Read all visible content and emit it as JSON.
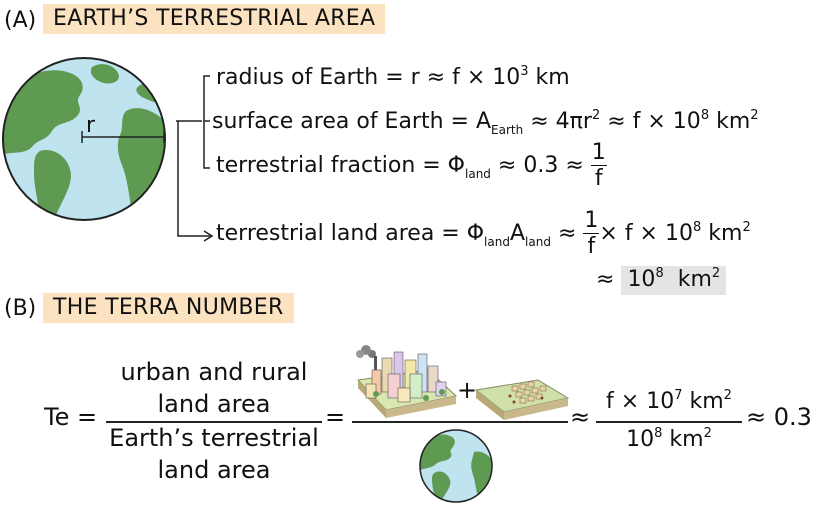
{
  "panelA": {
    "label": "(A)",
    "title": "EARTH’S TERRESTRIAL AREA",
    "globe_r": "r",
    "radius": {
      "text": "radius of Earth = r ≈ f × 10",
      "exp": "3",
      "unit": " km"
    },
    "surface": {
      "pre": "surface area of Earth = A",
      "sub": "Earth",
      "mid": " ≈ 4πr",
      "exp1": "2",
      "post": " ≈ f × 10",
      "exp2": "8",
      "unit": " km",
      "exp3": "2"
    },
    "fraction": {
      "pre": "terrestrial fraction = Φ",
      "sub": "land",
      "post": " ≈ 0.3 ≈",
      "num": "1",
      "den": "f"
    },
    "land": {
      "pre": "terrestrial land area = Φ",
      "sub1": "land",
      "a": "A",
      "sub2": "land",
      "approx": " ≈",
      "num": "1",
      "den": "f",
      "post": "× f × 10",
      "exp": "8",
      "unit": " km",
      "exp2": "2"
    },
    "result": {
      "approx": "≈",
      "base": "10",
      "exp": "8",
      "unit": "  km",
      "exp2": "2"
    }
  },
  "panelB": {
    "label": "(B)",
    "title": "THE TERRA NUMBER",
    "te": "Te =",
    "num_line1": "urban and rural",
    "num_line2": "land area",
    "den_line1": "Earth’s terrestrial",
    "den_line2": "land area",
    "eq": "=",
    "plus": "+",
    "approx1": "≈",
    "frac_num": "f × 10",
    "frac_num_exp": "7",
    "frac_num_unit": " km",
    "frac_num_unit_exp": "2",
    "frac_den": "10",
    "frac_den_exp": "8",
    "frac_den_unit": " km",
    "frac_den_unit_exp": "2",
    "approx2": "≈ 0.3"
  },
  "colors": {
    "ocean": "#bfe3ef",
    "land": "#5e9a52",
    "header_bg": "#fbe3c2",
    "highlight": "#e4e4e4"
  },
  "icons": [
    "earth-globe-icon",
    "city-block-icon",
    "farmland-block-icon",
    "small-globe-icon"
  ]
}
